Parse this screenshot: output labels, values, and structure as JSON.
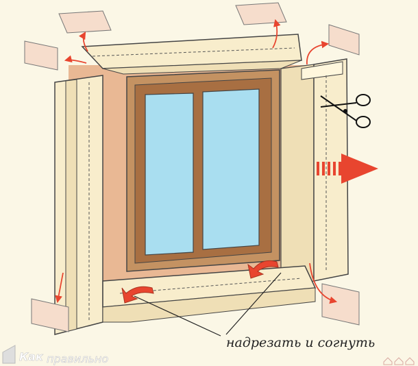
{
  "caption": "надрезать и согнуть",
  "watermark": {
    "brand_part1": "Как",
    "brand_part2": "правильно"
  },
  "colors": {
    "background": "#fbf7e6",
    "wall": "#e9b894",
    "trim_panel": "#f8edcc",
    "window_frame": "#c49262",
    "window_frame_inner": "#a86f42",
    "glass": "#a9def0",
    "arrow_red": "#e8452f",
    "label_card": "#f6ddcc"
  },
  "icons": {
    "cut_tool": "scissors-icon",
    "direction": "arrow-right-icon"
  }
}
